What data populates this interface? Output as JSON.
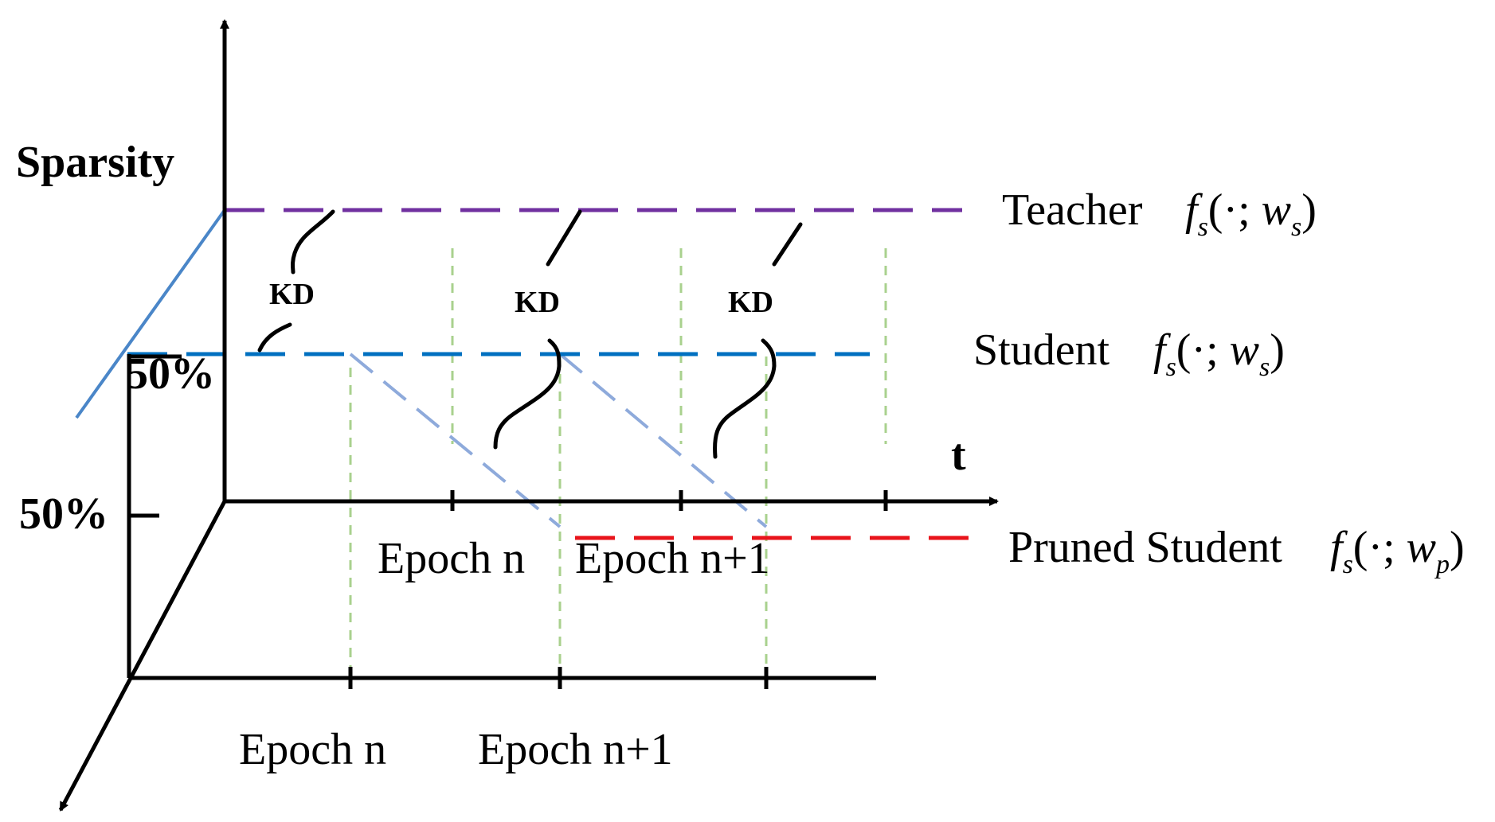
{
  "axes": {
    "y_label": "Sparsity",
    "t_label": "t",
    "tick_upper": "50%",
    "tick_lower": "50%"
  },
  "epochs": {
    "upper_n": "Epoch n",
    "upper_n1": "Epoch n+1",
    "lower_n": "Epoch n",
    "lower_n1": "Epoch n+1"
  },
  "kd_labels": [
    "KD",
    "KD",
    "KD"
  ],
  "legend": {
    "teacher": {
      "name": "Teacher",
      "f": "f",
      "f_sub": "s",
      "open": "(·; ",
      "w": "w",
      "w_sub": "s",
      "close": ")"
    },
    "student": {
      "name": "Student",
      "f": "f",
      "f_sub": "s",
      "open": "(·; ",
      "w": "w",
      "w_sub": "s",
      "close": ")"
    },
    "pruned": {
      "name": "Pruned Student",
      "f": "f",
      "f_sub": "s",
      "open": "(·; ",
      "w": "w",
      "w_sub": "p",
      "close": ")"
    }
  },
  "colors": {
    "teacher": "#7030a0",
    "student": "#0070c0",
    "student_light": "#8eaadb",
    "pruned": "#e8141b",
    "guide": "#a9d18e",
    "axis": "#000000",
    "diag": "#4a86c8"
  }
}
